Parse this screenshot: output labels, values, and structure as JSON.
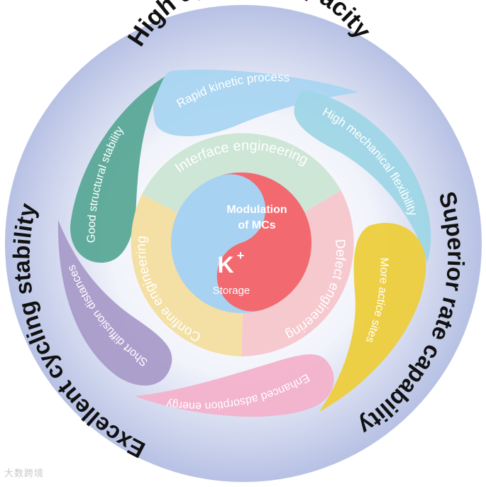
{
  "outer_labels": {
    "top": "High specific capacity",
    "right": "Superior rate capability",
    "left": "Excellent cycling stability"
  },
  "petals": {
    "rapid": "Rapid kinetic process",
    "flexibility": "High mechanical flexibility",
    "sites": "More actice sites",
    "adsorption": "Enhanced adsorption energy",
    "diffusion": "Short diffusion distances",
    "structural": "Good structural stability"
  },
  "ring": {
    "interface": "Interface engineering",
    "defect": "Defect engineering",
    "confine": "Confine engineering"
  },
  "center": {
    "modulation_line1": "Modulation",
    "modulation_line2": "of MCs",
    "k_symbol": "K",
    "k_sup": "+",
    "storage": "Storage"
  },
  "watermark": "大数跨境",
  "colors": {
    "outer_circle_inner": "#ffffff",
    "outer_circle_edge": "#b7c1e4",
    "petal_rapid": "#a9d5f1",
    "petal_flexibility": "#9fd6e6",
    "petal_sites": "#edcd3c",
    "petal_adsorption": "#f3b1cb",
    "petal_diffusion": "#a99bc9",
    "petal_structural": "#5aa897",
    "ring_interface": "#cde6d5",
    "ring_defect": "#f6c9cf",
    "ring_confine": "#f4e0a4",
    "center_blue": "#a8d2f2",
    "center_red": "#f2696f"
  }
}
